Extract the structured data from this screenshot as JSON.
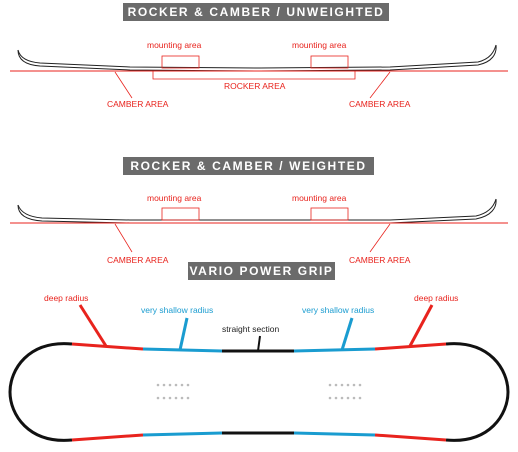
{
  "banners": {
    "unweighted": "ROCKER & CAMBER / UNWEIGHTED",
    "weighted": "ROCKER & CAMBER / WEIGHTED",
    "vario": "VARIO POWER GRIP"
  },
  "unweighted": {
    "mount_left": "mounting area",
    "mount_right": "mounting area",
    "rocker": "ROCKER AREA",
    "camber_left": "CAMBER AREA",
    "camber_right": "CAMBER AREA"
  },
  "weighted": {
    "mount_left": "mounting area",
    "mount_right": "mounting area",
    "camber_left": "CAMBER AREA",
    "camber_right": "CAMBER AREA"
  },
  "vario": {
    "deep_left": "deep radius",
    "shallow_left": "very shallow radius",
    "straight": "straight section",
    "shallow_right": "very shallow radius",
    "deep_right": "deep radius"
  },
  "colors": {
    "banner_bg": "#6b6b6b",
    "red": "#e8231d",
    "blue": "#1a9cd0",
    "dark": "#222222"
  }
}
